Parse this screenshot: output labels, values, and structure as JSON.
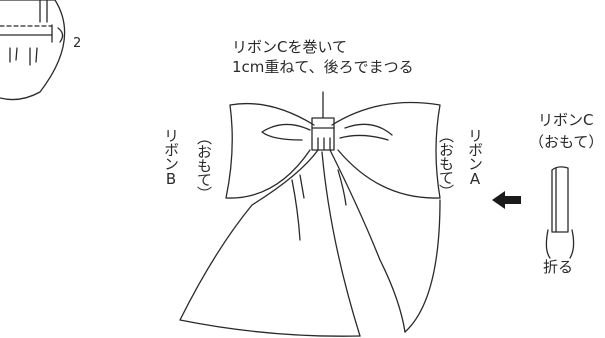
{
  "notes": {
    "top_line_1": "リボンCを巻いて",
    "top_line_2": "1cm重ねて、後ろでまつる"
  },
  "ribbon_b": {
    "label": "リボンB",
    "side": "（おもて）"
  },
  "ribbon_a": {
    "label": "リボンA",
    "side": "（おもて）"
  },
  "ribbon_c": {
    "label": "リボンC",
    "side": "（おもて）"
  },
  "fold": {
    "label": "折る"
  },
  "previous_step": {
    "number": "2"
  },
  "colors": {
    "line": "#2a2a2a",
    "background": "#ffffff"
  },
  "icons": {
    "arrow": "left-arrow-icon"
  }
}
